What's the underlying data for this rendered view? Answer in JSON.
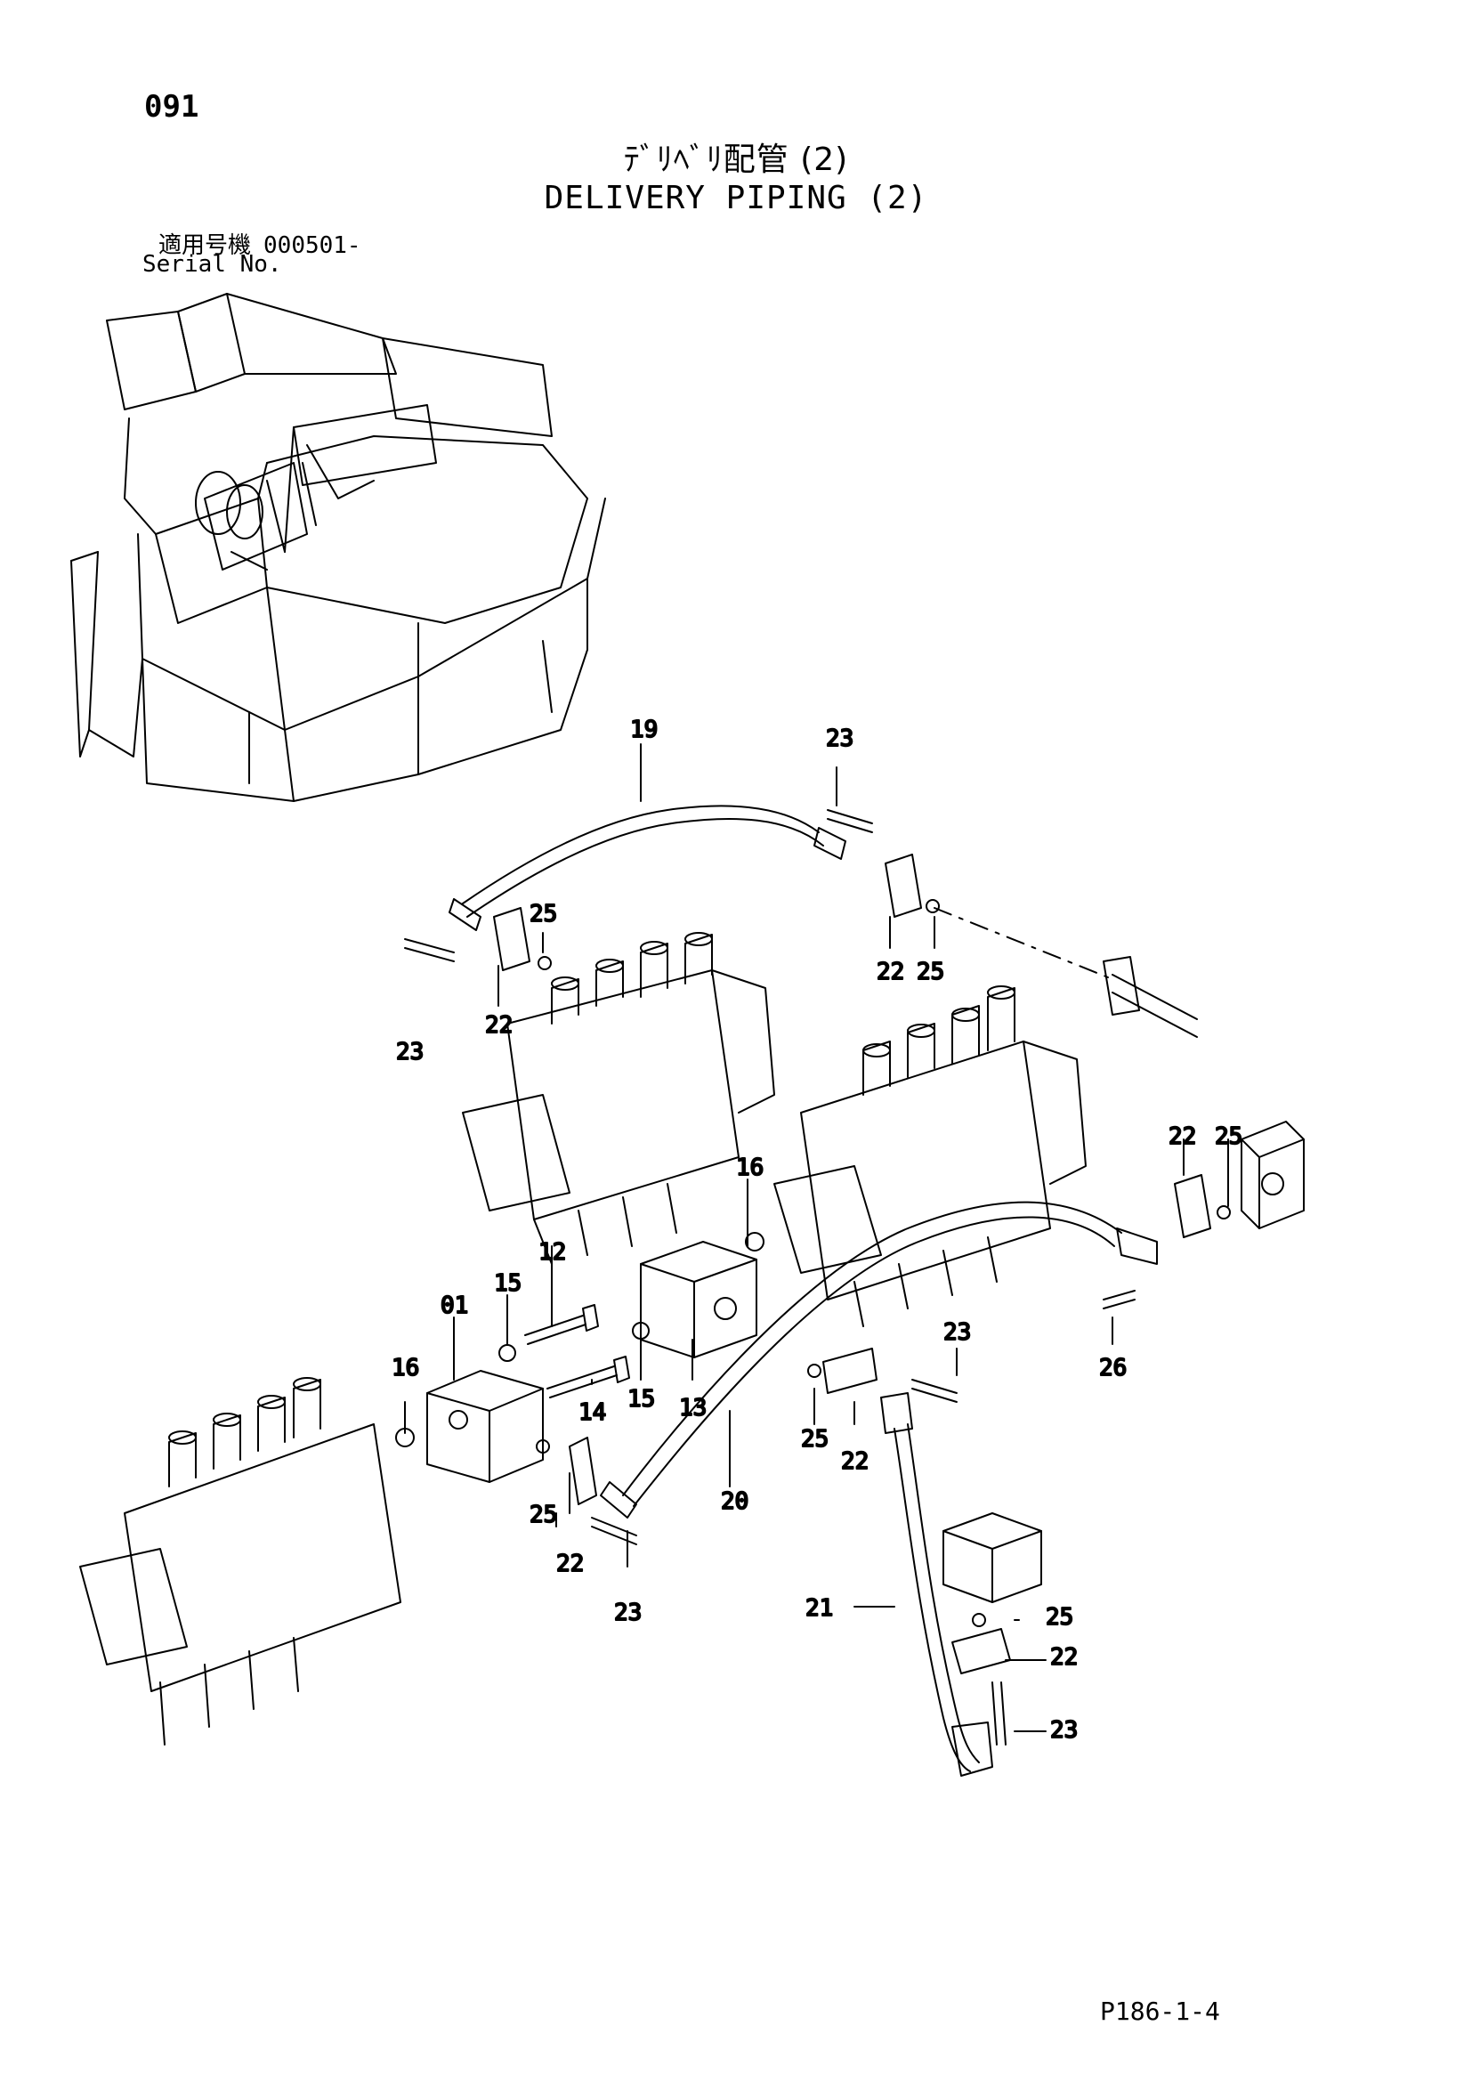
{
  "page_number": "091",
  "title_jp": "ﾃﾞﾘﾍﾞﾘ配管 (2)",
  "title_en": "DELIVERY PIPING (2)",
  "serial": {
    "label_jp": "適用号機",
    "number": "000501-",
    "label_en": "Serial No."
  },
  "callouts": {
    "c19": "19",
    "c23a": "23",
    "c25a": "25",
    "c22a": "22",
    "c23b": "23",
    "c22b": "22",
    "c25b": "25",
    "c22c": "22",
    "c25c": "25",
    "c16a": "16",
    "c12": "12",
    "c01": "01",
    "c15a": "15",
    "c16b": "16",
    "c14": "14",
    "c15b": "15",
    "c13": "13",
    "c23c": "23",
    "c25d": "25",
    "c22d": "22",
    "c20": "20",
    "c26": "26",
    "c25e": "25",
    "c22e": "22",
    "c23d": "23",
    "c21": "21",
    "c25f": "25",
    "c22f": "22",
    "c23e": "23"
  },
  "footer_code": "P186-1-4"
}
